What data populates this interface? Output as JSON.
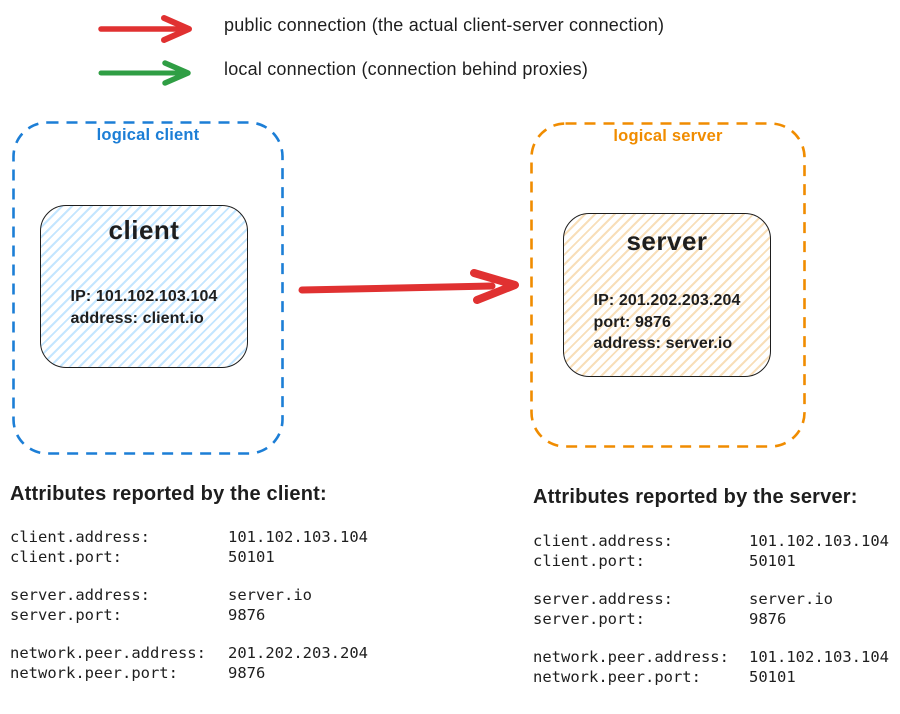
{
  "colors": {
    "red": "#e03131",
    "green": "#2f9e44",
    "blue": "#1c7ed6",
    "orange": "#f08c00",
    "ink": "#1e1e1e"
  },
  "legend": {
    "public": {
      "label": "public connection (the actual client-server connection)"
    },
    "local": {
      "label": "local connection (connection behind proxies)"
    }
  },
  "client_group": {
    "label": "logical client",
    "node": {
      "title": "client",
      "lines": [
        "IP: 101.102.103.104",
        "address: client.io"
      ]
    }
  },
  "server_group": {
    "label": "logical server",
    "node": {
      "title": "server",
      "lines": [
        "IP: 201.202.203.204",
        "port: 9876",
        "address: server.io"
      ]
    }
  },
  "attributes_client": {
    "heading": "Attributes reported by the client:",
    "groups": [
      [
        {
          "key": "client.address:",
          "value": "101.102.103.104"
        },
        {
          "key": "client.port:",
          "value": "50101"
        }
      ],
      [
        {
          "key": "server.address:",
          "value": "server.io"
        },
        {
          "key": "server.port:",
          "value": "9876"
        }
      ],
      [
        {
          "key": "network.peer.address:",
          "value": "201.202.203.204"
        },
        {
          "key": "network.peer.port:",
          "value": "9876"
        }
      ]
    ]
  },
  "attributes_server": {
    "heading": "Attributes reported by the server:",
    "groups": [
      [
        {
          "key": "client.address:",
          "value": "101.102.103.104"
        },
        {
          "key": "client.port:",
          "value": "50101"
        }
      ],
      [
        {
          "key": "server.address:",
          "value": "server.io"
        },
        {
          "key": "server.port:",
          "value": "9876"
        }
      ],
      [
        {
          "key": "network.peer.address:",
          "value": "101.102.103.104"
        },
        {
          "key": "network.peer.port:",
          "value": "50101"
        }
      ]
    ]
  }
}
